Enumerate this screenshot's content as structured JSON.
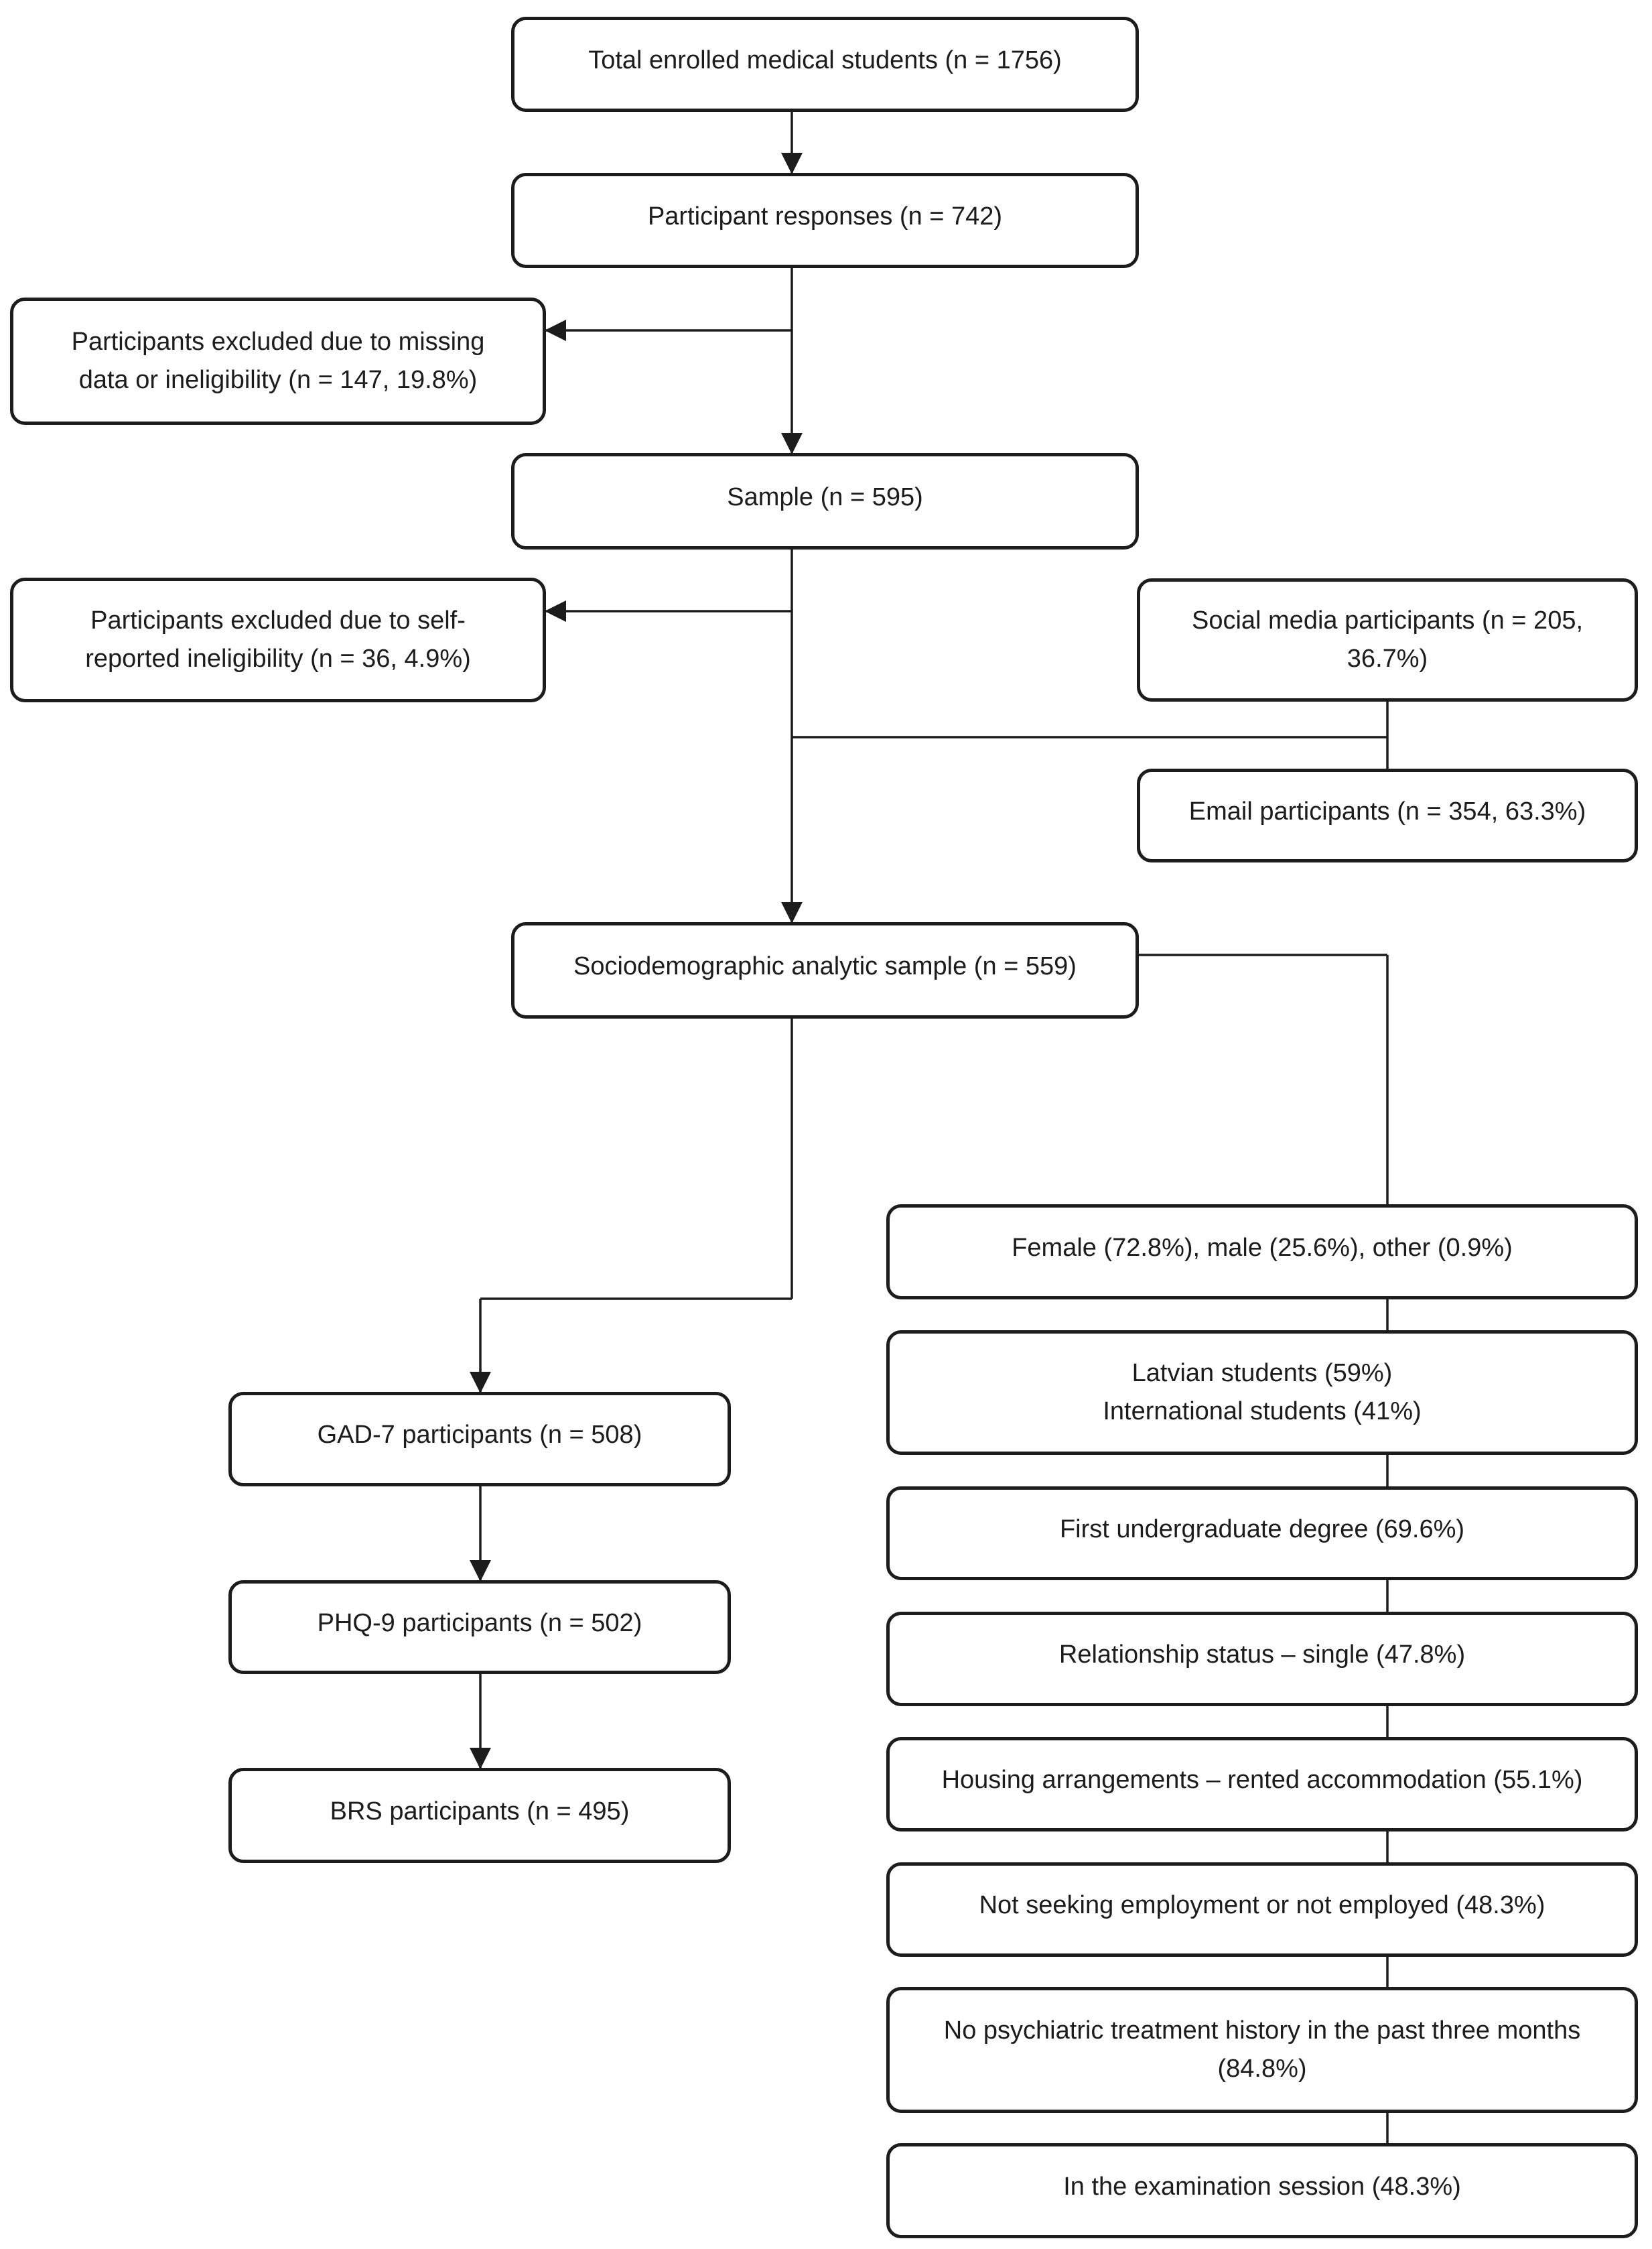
{
  "flow": {
    "total": "Total enrolled medical students (n = 1756)",
    "responses": "Participant responses (n = 742)",
    "excluded_missing_1": "Participants excluded due to missing",
    "excluded_missing_2": "data or ineligibility (n = 147, 19.8%)",
    "sample": "Sample (n = 595)",
    "excluded_self_1": "Participants excluded due to self-",
    "excluded_self_2": "reported ineligibility (n = 36, 4.9%)",
    "social_1": "Social media participants (n = 205,",
    "social_2": "36.7%)",
    "email": "Email participants (n = 354, 63.3%)",
    "socio": "Sociodemographic analytic sample (n = 559)",
    "gad7": "GAD-7 participants (n = 508)",
    "phq9": "PHQ-9 participants (n = 502)",
    "brs": "BRS participants (n = 495)"
  },
  "characteristics": {
    "gender": "Female (72.8%), male (25.6%), other (0.9%)",
    "nationality_1": "Latvian students (59%)",
    "nationality_2": "International students (41%)",
    "degree": "First undergraduate degree (69.6%)",
    "relationship": "Relationship status – single (47.8%)",
    "housing": "Housing arrangements – rented accommodation (55.1%)",
    "employment": "Not seeking employment or not employed (48.3%)",
    "psychiatric_1": "No psychiatric treatment history in the past three months",
    "psychiatric_2": "(84.8%)",
    "exam": "In the examination session (48.3%)"
  },
  "colors": {
    "stroke": "#1c1c1c",
    "background": "#ffffff"
  }
}
